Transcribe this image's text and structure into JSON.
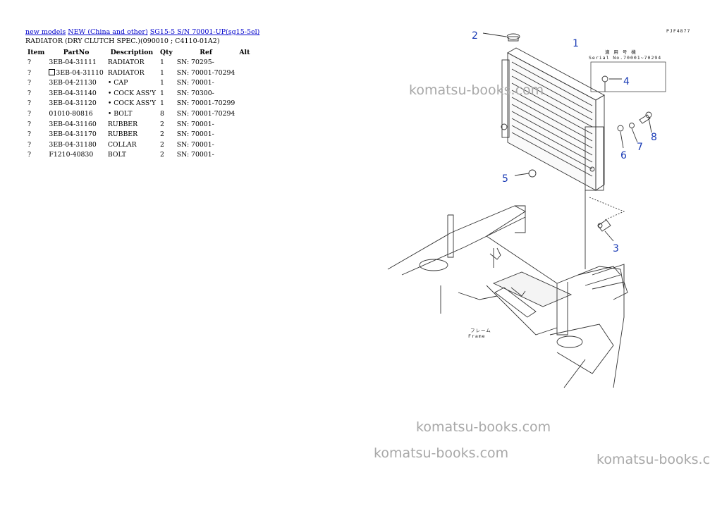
{
  "breadcrumb": [
    {
      "label": "new models"
    },
    {
      "label": "NEW (China and other)"
    },
    {
      "label": "SG15-5 S/N 70001-UP(sg15-5el)"
    }
  ],
  "subtitle": "RADIATOR (DRY CLUTCH SPEC.)(090010 ; C4110-01A2)",
  "table": {
    "headers": [
      "Item",
      "PartNo",
      "Description",
      "Qty",
      "Ref",
      "Alt"
    ],
    "rows": [
      {
        "item": "?",
        "part": "3EB-04-31111",
        "desc": "RADIATOR",
        "qty": "1",
        "ref": "SN: 70295-",
        "alt": ""
      },
      {
        "item": "?",
        "part": "3EB-04-31110",
        "desc": "RADIATOR",
        "qty": "1",
        "ref": "SN: 70001-70294",
        "alt": ""
      },
      {
        "item": "?",
        "part": "3EB-04-21130",
        "desc": "• CAP",
        "qty": "1",
        "ref": "SN: 70001-",
        "alt": ""
      },
      {
        "item": "?",
        "part": "3EB-04-31140",
        "desc": "• COCK ASS'Y",
        "qty": "1",
        "ref": "SN: 70300-",
        "alt": ""
      },
      {
        "item": "?",
        "part": "3EB-04-31120",
        "desc": "• COCK ASS'Y",
        "qty": "1",
        "ref": "SN: 70001-70299",
        "alt": ""
      },
      {
        "item": "?",
        "part": "01010-80816",
        "desc": "• BOLT",
        "qty": "8",
        "ref": "SN: 70001-70294",
        "alt": ""
      },
      {
        "item": "?",
        "part": "3EB-04-31160",
        "desc": "RUBBER",
        "qty": "2",
        "ref": "SN: 70001-",
        "alt": ""
      },
      {
        "item": "?",
        "part": "3EB-04-31170",
        "desc": "RUBBER",
        "qty": "2",
        "ref": "SN: 70001-",
        "alt": ""
      },
      {
        "item": "?",
        "part": "3EB-04-31180",
        "desc": "COLLAR",
        "qty": "2",
        "ref": "SN: 70001-",
        "alt": ""
      },
      {
        "item": "?",
        "part": "F1210-40830",
        "desc": "BOLT",
        "qty": "2",
        "ref": "SN: 70001-",
        "alt": ""
      }
    ]
  },
  "diagram": {
    "drawing_code": "PJF4877",
    "serial_note_line1": "適 用 号 機",
    "serial_note_line2": "Serial No.70001~70294",
    "frame_label_jp": "フレーム",
    "frame_label_en": "Frame",
    "callouts": [
      "1",
      "2",
      "3",
      "4",
      "5",
      "6",
      "7",
      "8"
    ],
    "callout_color": "#1a3bb5"
  },
  "watermarks": [
    "komatsu-books.com",
    "komatsu-books.com",
    "komatsu-books.com",
    "komatsu-books.c"
  ]
}
